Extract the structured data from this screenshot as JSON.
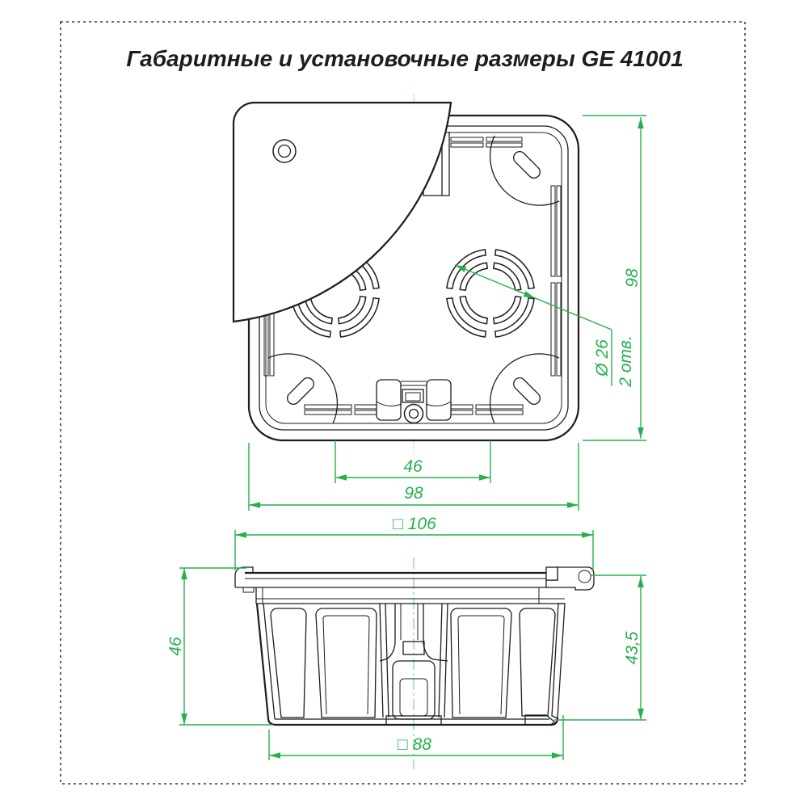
{
  "title": "Габаритные и установочные размеры GE 41001",
  "colors": {
    "dimension_green": "#27b04d",
    "drawing_black": "#1d1d1b"
  },
  "top_view": {
    "height_mm": "98",
    "width_mm": "98",
    "hole_spacing_mm": "46",
    "hole_diameter_label": "Ø 26",
    "hole_count_label": "2 отв."
  },
  "side_view": {
    "flange_square_label": "□ 106",
    "overall_height_mm": "46",
    "inner_depth_mm": "43,5",
    "body_square_label": "□ 88"
  }
}
